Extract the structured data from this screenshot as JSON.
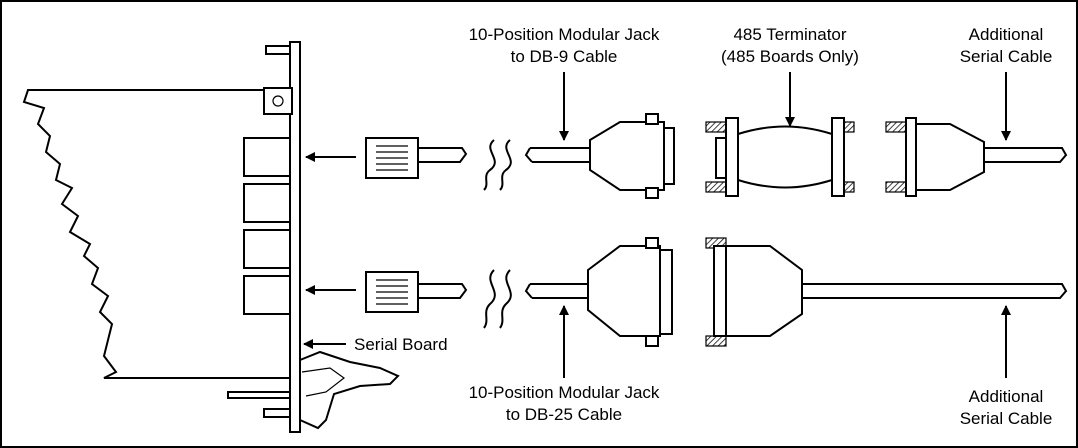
{
  "labels": {
    "top_left_line1": "10-Position Modular Jack",
    "top_left_line2": "to DB-9 Cable",
    "terminator_line1": "485 Terminator",
    "terminator_line2": "(485 Boards Only)",
    "top_right_line1": "Additional",
    "top_right_line2": "Serial Cable",
    "serial_board": "Serial Board",
    "bottom_left_line1": "10-Position Modular Jack",
    "bottom_left_line2": "to DB-25 Cable",
    "bottom_right_line1": "Additional",
    "bottom_right_line2": "Serial Cable"
  }
}
